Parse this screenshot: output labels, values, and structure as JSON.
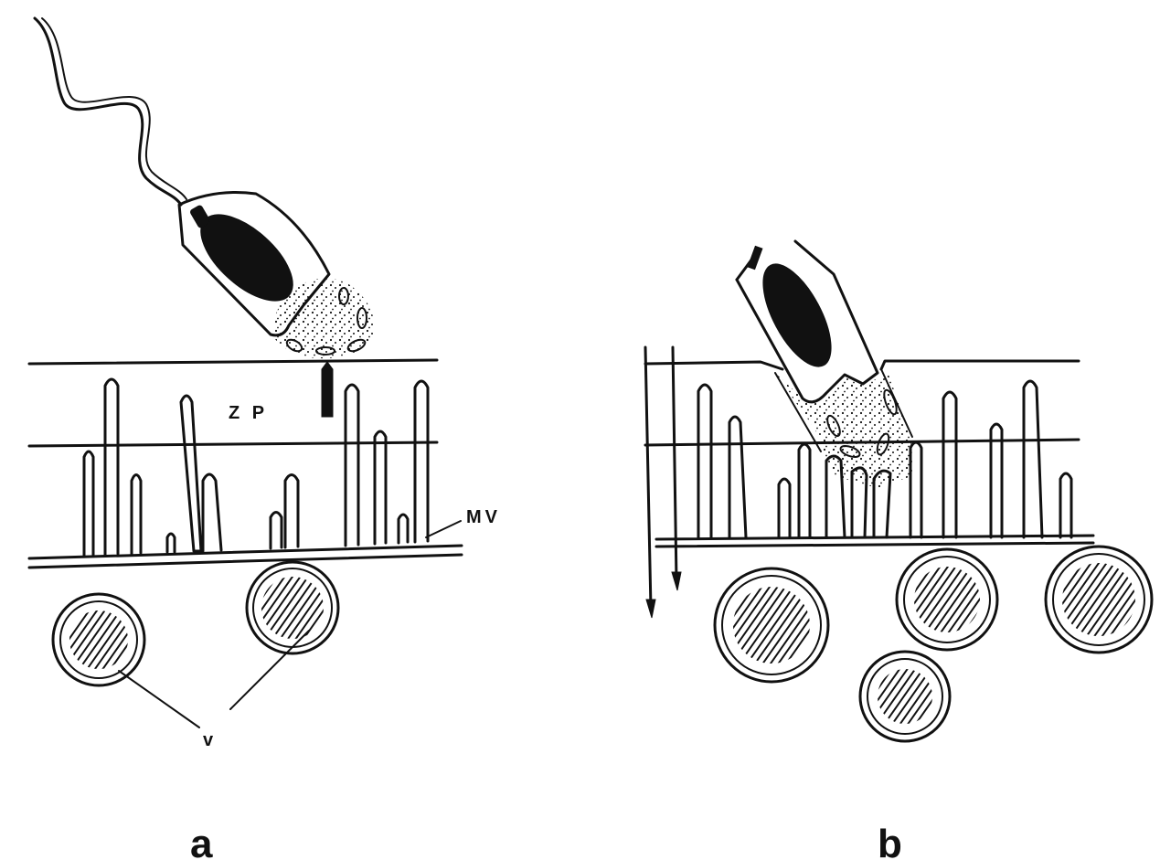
{
  "panels": [
    {
      "id": "a",
      "letter": "a",
      "labels": {
        "zona": "Z P",
        "microvilli": "MV",
        "vesicles": "v"
      }
    },
    {
      "id": "b",
      "letter": "b"
    }
  ]
}
